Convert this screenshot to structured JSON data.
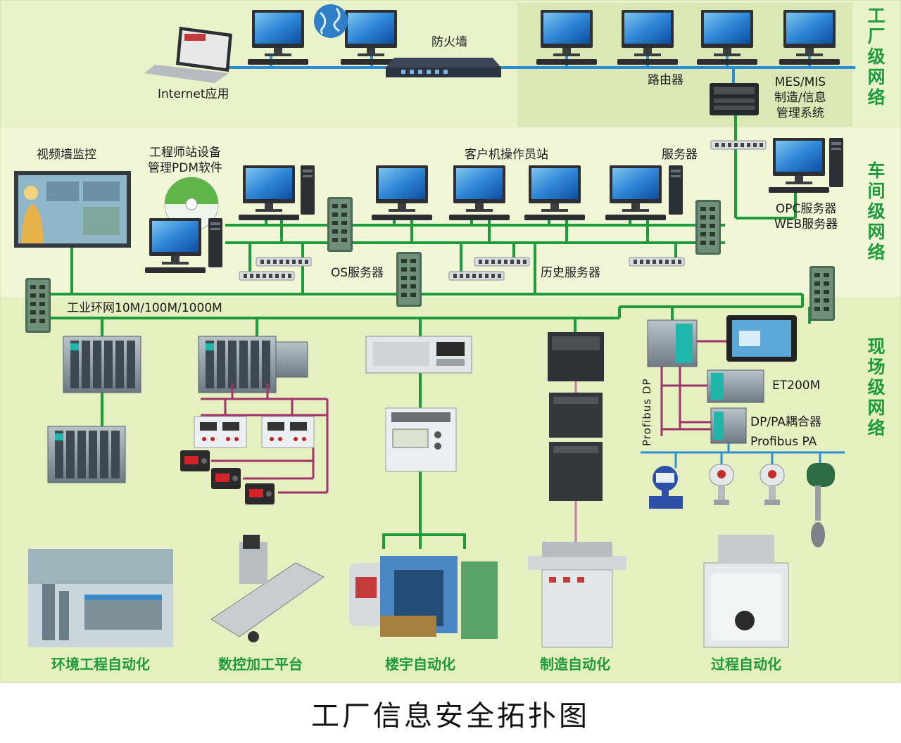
{
  "caption": "工厂信息安全拓扑图",
  "zones": {
    "factory": "工厂级网络",
    "workshop": "车间级网络",
    "field": "现场级网络"
  },
  "factory_labels": {
    "internet": "Internet应用",
    "firewall": "防火墙",
    "router": "路由器",
    "mes": "MES/MIS\n制造/信息\n管理系统"
  },
  "workshop_labels": {
    "video_wall": "视频墙监控",
    "engineer": "工程师站设备\n管理PDM软件",
    "clients": "客户机操作员站",
    "server": "服务器",
    "opc": "OPC服务器\nWEB服务器",
    "os_server": "OS服务器",
    "history": "历史服务器",
    "ring": "工业环网10M/100M/1000M"
  },
  "field_labels": {
    "et200m": "ET200M",
    "coupler": "DP/PA耦合器",
    "profibus_pa": "Profibus PA",
    "profibus_dp": "Profibus DP"
  },
  "areas": [
    "环境工程自动化",
    "数控加工平台",
    "楼宇自动化",
    "制造自动化",
    "过程自动化"
  ],
  "colors": {
    "bg_top": "#e9f2c9",
    "bg_mid": "#f1f6d6",
    "bg_bot": "#e5efbf",
    "net_line": "#1d9a3c",
    "lan_line": "#2a8fd0",
    "io_line": "#a0336a",
    "accent": "#1e9a3d"
  }
}
